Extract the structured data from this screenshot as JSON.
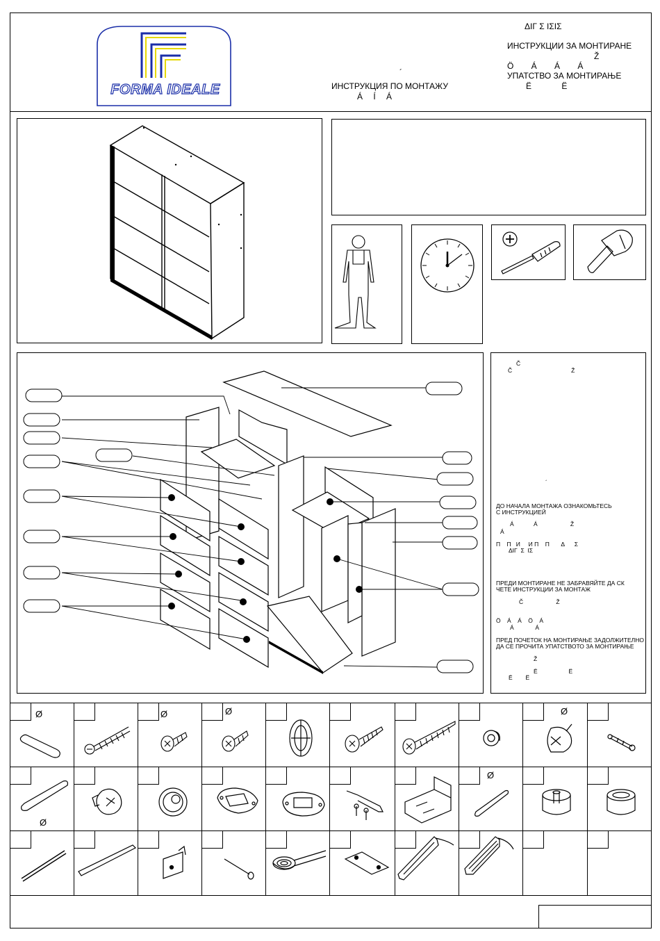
{
  "header": {
    "logo_text": "FORMA IDEALE",
    "lang_lines_right": [
      "ΔΙΓ Σ ΙΣΙΣ",
      "ИНСТРУКЦИИ ЗА МОНТИРАНЕ",
      "Ž",
      "Ö Á Á Á",
      "УПАТСТВО ЗА МОНТИРАЊЕ",
      "Ë Ë"
    ],
    "lang_lines_center": [
      "´",
      "ИНСТРУКЦИЯ ПО МОНТАЖУ",
      "Á Í Á"
    ]
  },
  "notes": {
    "lines": [
      "Č",
      "Č                                    Ž",
      "´",
      "ДО НАЧАЛА МОНТАЖА ОЗНАКОМЬТЕСЬ",
      "С ИНСТРУКЦИЕЙ",
      "Á            Á                    Ž",
      "Á",
      "П    П   И     И П    П       Δ      Σ",
      "ΔΙΓ  Σ  ΙΣ",
      "ПРЕДИ МОНТИРАНЕ НЕ ЗАБРАВЯЙТЕ ДА СК",
      "ЧЕТЕ ИНСТРУКЦИИ ЗА МОНТАЖ",
      "Č                    Ž",
      "Ö    Á    Á    Ö    Á",
      "Á             Á",
      "ПРЕД ПОЧЕТОК НА МОНТИРАЊЕ ЗАДОЛЖИТЕЛНО",
      "ДА СЕ ПРОЧИТА УПАТСТВОТО ЗА МОНТИРАЊЕ",
      "Ž",
      "Ë                   Ë",
      "Ë        Ë"
    ]
  },
  "hardware": {
    "diameter_symbol": "Ø",
    "row1": [
      "dowel-icon",
      "cam-bolt-icon",
      "screw-short-icon",
      "screw-short-icon",
      "plastic-clip-icon",
      "screw-medium-icon",
      "screw-long-icon",
      "cap-icon",
      "cam-disc-icon",
      "pin-bolt-icon"
    ],
    "row2": [
      "long-dowel-icon",
      "cam-lock-icon",
      "cam-cover-icon",
      "hinge-plate-icon",
      "hinge-base-icon",
      "door-stopper-icon",
      "drawer-bracket-icon",
      "short-dowel-icon",
      "foot-icon",
      "foot-cap-icon"
    ],
    "row3": [
      "rod-icon",
      "rail-icon",
      "bracket-plate-icon",
      "nail-icon",
      "tape-icon",
      "flat-plate-icon",
      "slide-profile-icon",
      "guide-profile-icon"
    ]
  }
}
